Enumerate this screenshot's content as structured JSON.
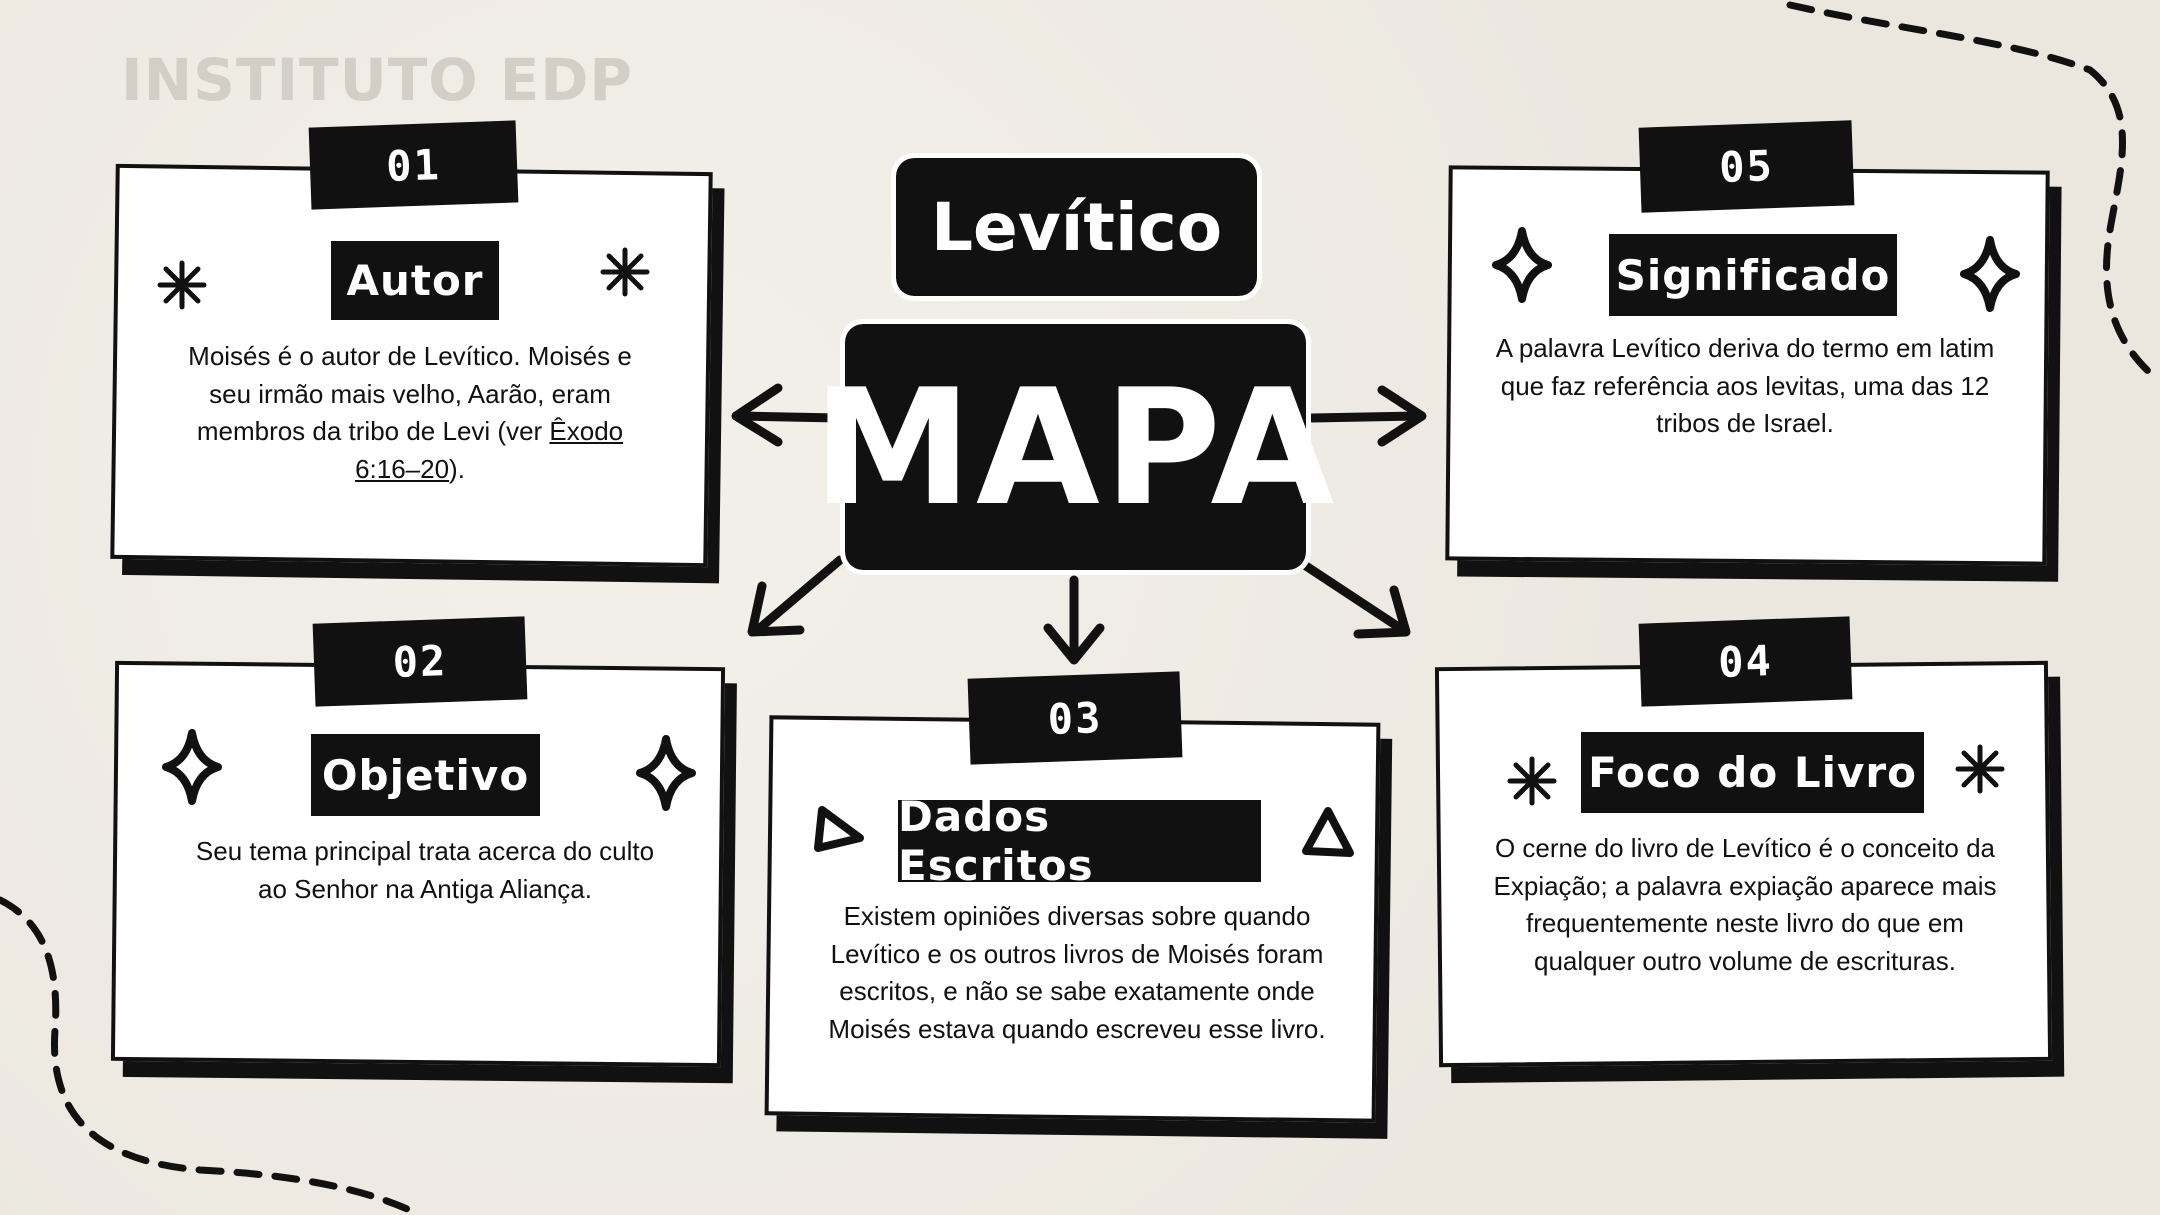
{
  "watermark": "INSTITUTO EDP",
  "center": {
    "subtitle": "Levítico",
    "title": "MAPA"
  },
  "cards": [
    {
      "number": "01",
      "title": "Autor",
      "text": "Moisés é o autor de Levítico. Moisés e seu irmão mais velho, Aarão, eram membros da tribo de Levi (ver ",
      "link": "Êxodo 6:16–20",
      "text_after": ").",
      "icon": "asterisk-icon"
    },
    {
      "number": "02",
      "title": "Objetivo",
      "text": "Seu tema principal trata acerca do culto ao Senhor na Antiga Aliança.",
      "icon": "sparkle-icon"
    },
    {
      "number": "03",
      "title": "Dados Escritos",
      "text": "Existem opiniões diversas sobre quando Levítico e os outros livros de Moisés foram escritos, e não se sabe exatamente onde Moisés estava quando escreveu esse livro.",
      "icon": "triangle-icon"
    },
    {
      "number": "04",
      "title": "Foco do Livro",
      "text": "O cerne do livro de Levítico é o conceito da Expiação; a palavra expiação aparece mais frequentemente neste livro do que em qualquer outro volume de escrituras.",
      "icon": "asterisk-icon"
    },
    {
      "number": "05",
      "title": "Significado",
      "text": "A palavra Levítico deriva do termo em latim que faz referência aos levitas, uma das 12 tribos de Israel.",
      "icon": "sparkle-icon"
    }
  ],
  "colors": {
    "background": "#eeebe4",
    "ink": "#111111",
    "card": "#ffffff",
    "watermark": "#d3cfc7"
  }
}
